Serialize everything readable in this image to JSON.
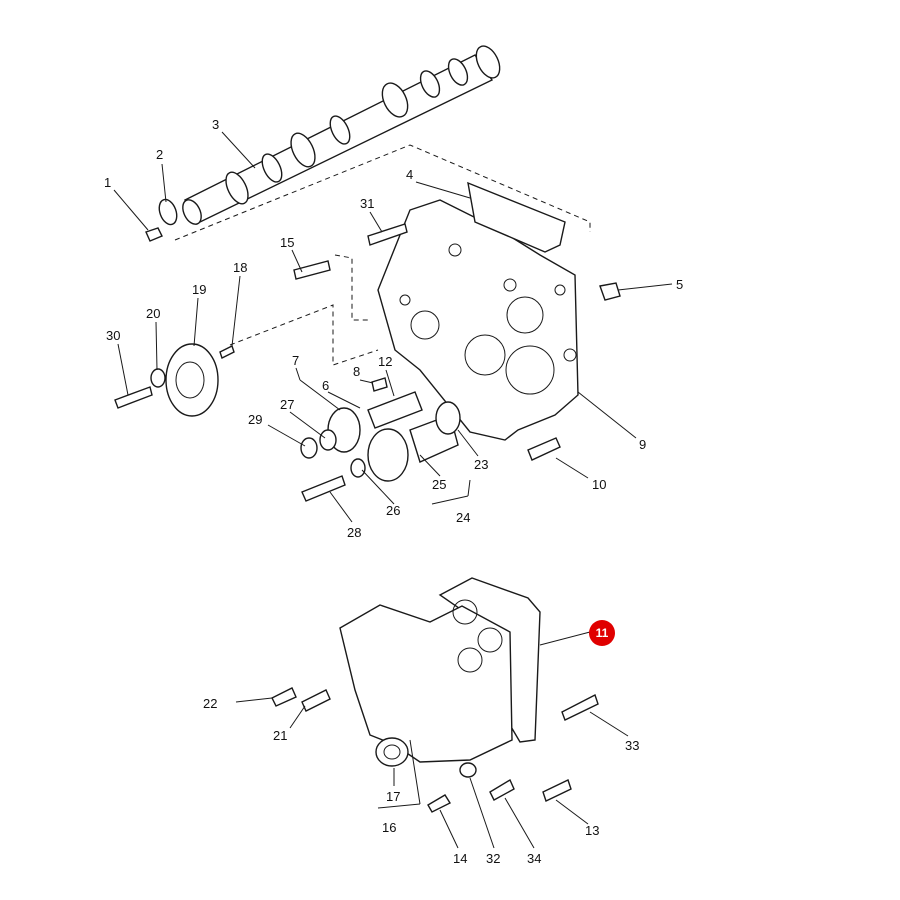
{
  "diagram": {
    "highlighted_callout": "11",
    "callouts": [
      "1",
      "2",
      "3",
      "4",
      "5",
      "6",
      "7",
      "8",
      "9",
      "10",
      "11",
      "12",
      "13",
      "14",
      "15",
      "16",
      "17",
      "18",
      "19",
      "20",
      "21",
      "22",
      "23",
      "24",
      "25",
      "26",
      "27",
      "28",
      "29",
      "30",
      "31",
      "32",
      "33",
      "34"
    ]
  },
  "colors": {
    "line": "#1a1a1a",
    "highlight": "#e00000",
    "background": "#ffffff"
  }
}
